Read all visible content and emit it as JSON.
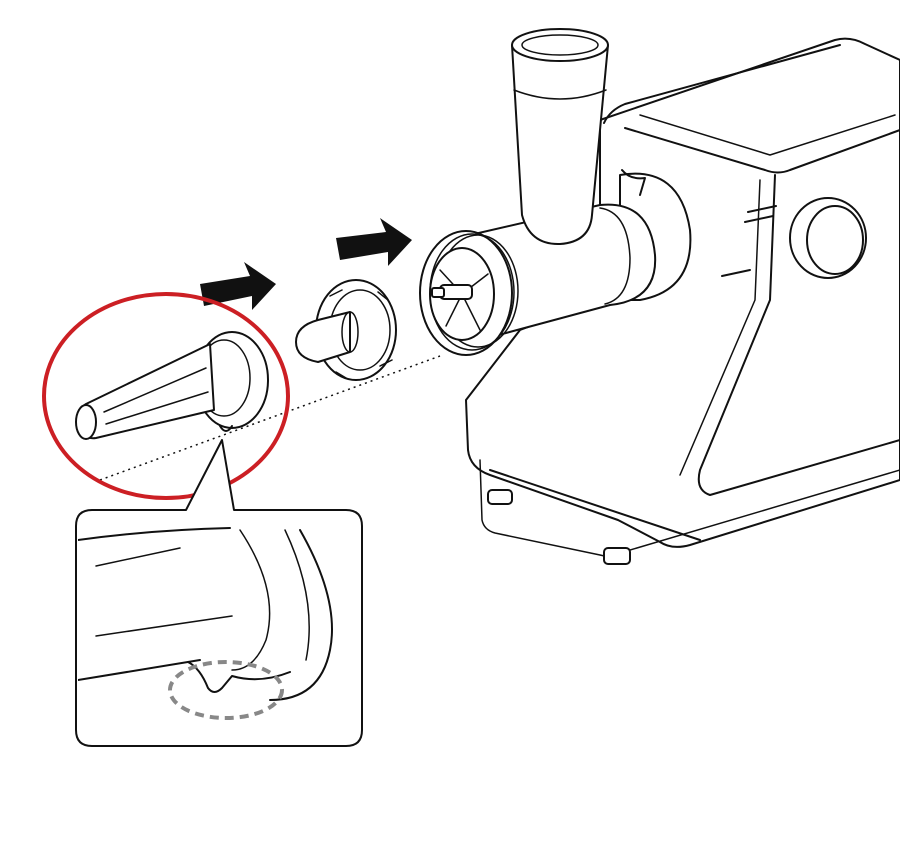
{
  "figure": {
    "kind": "assembly-instruction-illustration",
    "background_color": "#ffffff",
    "line_color": "#111111",
    "highlight_color": "#cc1f24",
    "detail_marker_color": "#888888",
    "arrow_color": "#111111",
    "parts": [
      "meat-grinder-body",
      "grinder-head",
      "separator-plate",
      "sausage-nozzle"
    ],
    "arrows": 2,
    "detail_callout": "notch-alignment"
  }
}
